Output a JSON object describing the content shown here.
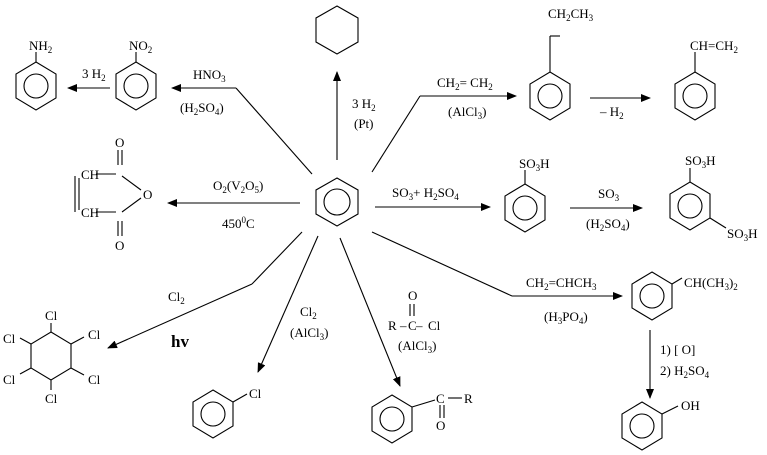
{
  "center": {
    "name": "benzene"
  },
  "reactions": {
    "nitration": {
      "reagent": "HNO",
      "reagent_sub": "3",
      "catalyst": "(H",
      "catalyst_sub": "2",
      "catalyst_tail": "SO",
      "catalyst_sub2": "4",
      "catalyst_end": ")",
      "group": "NO",
      "group_sub": "2"
    },
    "reduction": {
      "reagent": "3 H",
      "reagent_sub": "2",
      "group": "NH",
      "group_sub": "2"
    },
    "hydrogenation": {
      "reagent": "3 H",
      "reagent_sub": "2",
      "catalyst": "(Pt)"
    },
    "alkylation_ethyl": {
      "reagent": "CH",
      "reagent_sub": "2",
      "reagent_tail": "= CH",
      "reagent_sub2": "2",
      "catalyst": "(AlCl",
      "catalyst_sub": "3",
      "catalyst_end": ")",
      "group": "CH",
      "group_sub": "2",
      "group_mid": "CH",
      "group_sub2": "3"
    },
    "dehydrogenation": {
      "reagent": "– H",
      "reagent_sub": "2",
      "group": "CH=CH",
      "group_sub": "2"
    },
    "oxidation": {
      "reagent": "O",
      "reagent_sub": "2",
      "reagent_tail": "(V",
      "reagent_sub2": "2",
      "reagent_tail2": "O",
      "reagent_sub3": "5",
      "reagent_end": ")",
      "temp": "450",
      "temp_sup": "0",
      "temp_unit": "C",
      "ch_top": "CH",
      "ch_bot": "CH",
      "o_top": "O",
      "o_ring": "O",
      "o_bot": "O"
    },
    "sulfonation": {
      "reagent": "SO",
      "reagent_sub": "3",
      "reagent_tail": "+ H",
      "reagent_sub2": "2",
      "reagent_tail2": "SO",
      "reagent_sub3": "4",
      "group": "SO",
      "group_sub": "3",
      "group_end": "H"
    },
    "disulfonation": {
      "reagent": "SO",
      "reagent_sub": "3",
      "catalyst": "(H",
      "catalyst_sub": "2",
      "catalyst_tail": "SO",
      "catalyst_sub2": "4",
      "catalyst_end": ")",
      "group": "SO",
      "group_sub": "3",
      "group_end": "H"
    },
    "chlorination_light": {
      "reagent": "Cl",
      "reagent_sub": "2",
      "condition": "hv",
      "cl": "Cl"
    },
    "chlorination_cat": {
      "reagent": "Cl",
      "reagent_sub": "2",
      "catalyst": "(AlCl",
      "catalyst_sub": "3",
      "catalyst_end": ")",
      "group": "Cl"
    },
    "acylation": {
      "r": "R",
      "dash": "–",
      "c": "C",
      "cl": "Cl",
      "o": "O",
      "catalyst": "(AlCl",
      "catalyst_sub": "3",
      "catalyst_end": ")",
      "group_c": "C",
      "group_r": "R",
      "group_o": "O"
    },
    "propylation": {
      "reagent": "CH",
      "reagent_sub": "2",
      "reagent_tail": "=CHCH",
      "reagent_sub2": "3",
      "catalyst": "(H",
      "catalyst_sub": "3",
      "catalyst_tail": "PO",
      "catalyst_sub2": "4",
      "catalyst_end": ")",
      "group": "CH(CH",
      "group_sub": "3",
      "group_end": ")",
      "group_sub2": "2"
    },
    "cumene_oxidation": {
      "step1": "1)  [ O]",
      "step2": "2)  H",
      "step2_sub": "2",
      "step2_tail": "SO",
      "step2_sub2": "4",
      "group": "OH"
    }
  }
}
